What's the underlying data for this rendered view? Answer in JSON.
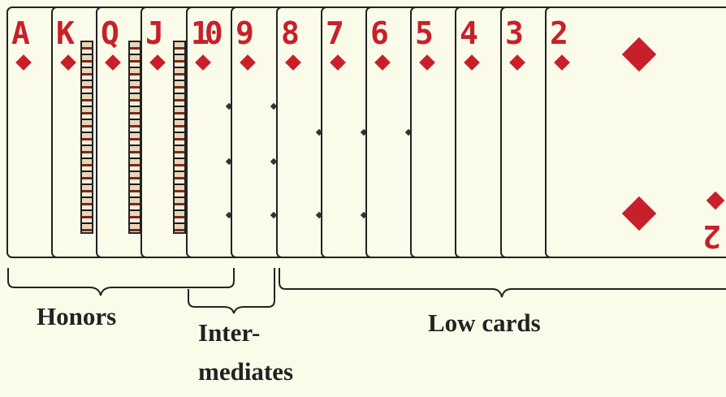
{
  "suit_color": "#c8202a",
  "cards": [
    {
      "rank": "A"
    },
    {
      "rank": "K"
    },
    {
      "rank": "Q"
    },
    {
      "rank": "J"
    },
    {
      "rank": "10"
    },
    {
      "rank": "9"
    },
    {
      "rank": "8"
    },
    {
      "rank": "7"
    },
    {
      "rank": "6"
    },
    {
      "rank": "5"
    },
    {
      "rank": "4"
    },
    {
      "rank": "3"
    },
    {
      "rank": "2"
    }
  ],
  "groups": {
    "honors": "Honors",
    "intermediates_line1": "Inter-",
    "intermediates_line2": "mediates",
    "low_cards": "Low cards"
  }
}
